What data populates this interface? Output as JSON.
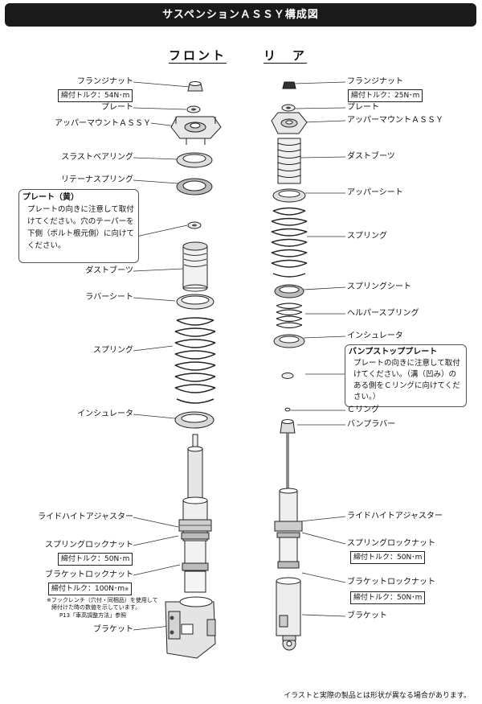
{
  "title": "サスペンションＡＳＳＹ構成図",
  "columns": {
    "front": "フロント",
    "rear": "リ　ア"
  },
  "front": {
    "flange_nut": "フランジナット",
    "flange_torque": "締付トルク：54N･m",
    "plate": "プレート",
    "upper_mount": "アッパーマウントＡＳＳＹ",
    "thrust_bearing": "スラストベアリング",
    "retainer_spring": "リテーナスプリング",
    "dust_boot": "ダストブーツ",
    "rubber_seat": "ラバーシート",
    "spring": "スプリング",
    "insulator": "インシュレータ",
    "ride_height": "ライドハイトアジャスター",
    "spring_lock": "スプリングロックナット",
    "spring_lock_torque": "締付トルク：50N･m",
    "bracket_lock": "ブラケットロックナット",
    "bracket_lock_torque": "締付トルク：100N･m",
    "bracket_lock_torque_sub": "※",
    "hook_wrench_note_1": "※フックレンチ（穴付・同梱品）を使用して",
    "hook_wrench_note_2": "締付けた時の数値を示しています。",
    "hook_wrench_note_3": "P13「車高調整方法」参照",
    "bracket": "ブラケット"
  },
  "front_note": {
    "title": "プレート（黄）",
    "line1": "プレートの向きに注意して取付",
    "line2": "けてください。穴のテーパーを",
    "line3": "下側（ボルト根元側）に向けて",
    "line4": "ください。"
  },
  "rear": {
    "flange_nut": "フランジナット",
    "flange_torque": "締付トルク：25N･m",
    "plate": "プレート",
    "upper_mount": "アッパーマウントＡＳＳＹ",
    "dust_boot": "ダストブーツ",
    "upper_seat": "アッパーシート",
    "spring": "スプリング",
    "spring_seat": "スプリングシート",
    "helper_spring": "ヘルパースプリング",
    "insulator": "インシュレータ",
    "c_ring": "Ｃリング",
    "bump_rubber": "バンプラバー",
    "ride_height": "ライドハイトアジャスター",
    "spring_lock": "スプリングロックナット",
    "spring_lock_torque": "締付トルク：50N･m",
    "bracket_lock": "ブラケットロックナット",
    "bracket_lock_torque": "締付トルク：50N･m",
    "bracket": "ブラケット"
  },
  "rear_note": {
    "title": "バンプストッププレート",
    "line1": "プレートの向きに注意して取付",
    "line2": "けてください。（溝（凹み）の",
    "line3": "ある側をＣリングに向けてくだ",
    "line4": "さい。）"
  },
  "footer": "イラストと実際の製品とは形状が異なる場合があります。"
}
